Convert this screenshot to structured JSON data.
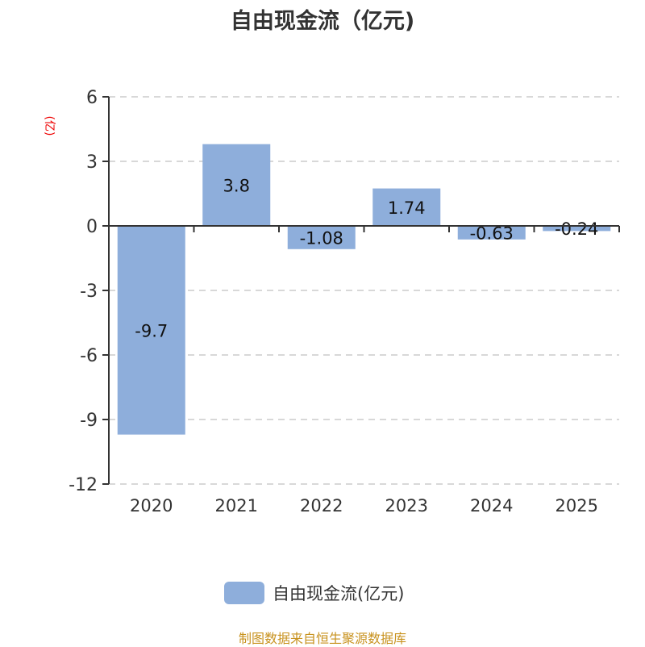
{
  "chart_data": {
    "type": "bar",
    "title": "自由现金流（亿元)",
    "unit_label": "(亿)",
    "categories": [
      "2020",
      "2021",
      "2022",
      "2023",
      "2024",
      "2025"
    ],
    "series": [
      {
        "name": "自由现金流(亿元)",
        "values": [
          -9.7,
          3.8,
          -1.08,
          1.74,
          -0.63,
          -0.24
        ],
        "color": "#8eaedb"
      }
    ],
    "data_labels": [
      "-9.7",
      "3.8",
      "-1.08",
      "1.74",
      "-0.63",
      "-0.24"
    ],
    "yticks": [
      6,
      3,
      0,
      -3,
      -6,
      -9,
      -12
    ],
    "ylim": [
      -12,
      6
    ],
    "grid": true,
    "legend": "bottom-center"
  },
  "footer": {
    "source": "制图数据来自恒生聚源数据库"
  }
}
